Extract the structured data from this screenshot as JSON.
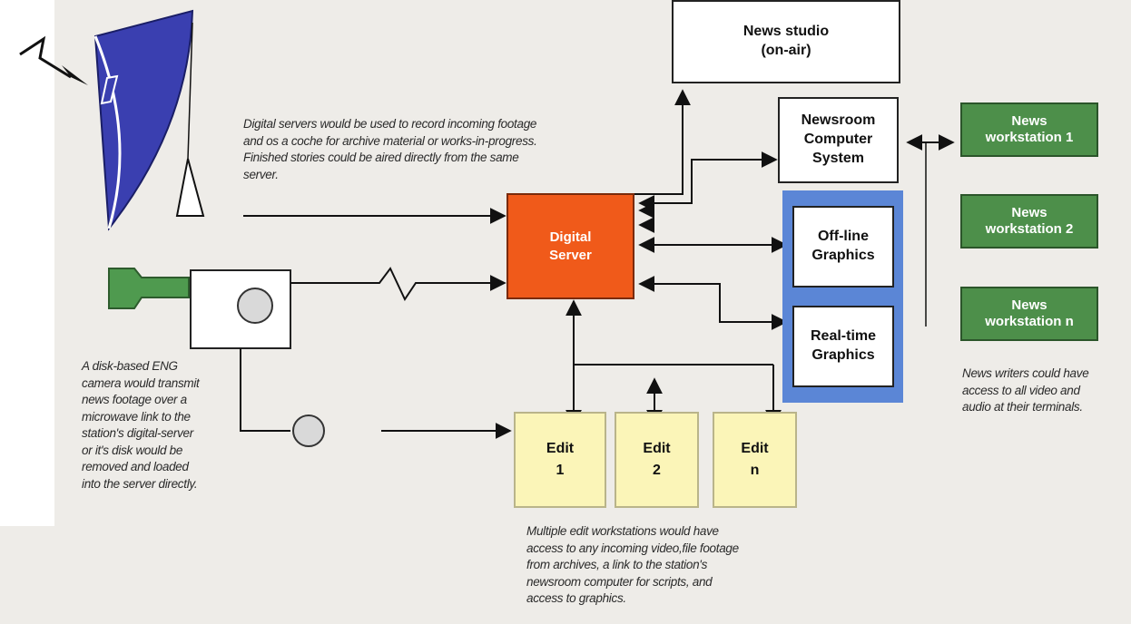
{
  "nodes": {
    "news_studio": "News studio\n(on-air)",
    "newsroom_computer": "Newsroom\nComputer\nSystem",
    "digital_server": "Digital\nServer",
    "offline_graphics": "Off-line\nGraphics",
    "realtime_graphics": "Real-time\nGraphics",
    "workstation_1": "News\nworkstation 1",
    "workstation_2": "News\nworkstation 2",
    "workstation_n": "News\nworkstation n",
    "edit_1": "Edit\n1",
    "edit_2": "Edit\n2",
    "edit_n": "Edit\nn"
  },
  "captions": {
    "digital_servers": "Digital servers would be used to record incoming footage\nand os a coche for archive material or works-in-progress.\nFinished stories could be aired directly from the same\nserver.",
    "eng_camera": "A disk-based ENG\ncamera would transmit\nnews footage over a\nmicrowave link to the\nstation's digital-server\nor it's disk would be\nremoved and loaded\ninto the server directly.",
    "edit_workstations": "Multiple edit workstations would have\naccess to any incoming video,file footage\nfrom archives, a link to the station's\nnewsroom computer for scripts, and\naccess to graphics.",
    "news_writers": "News writers could have\naccess to all video and\naudio at their terminals."
  },
  "colors": {
    "digital_server": "#f05a1a",
    "workstations": "#4d8f4a",
    "edit_boxes": "#fbf5b8",
    "graphics_panel": "#5b86d6",
    "satellite_dish": "#3a3fb0",
    "camera": "#4f9a4f"
  },
  "icons": {
    "dish": "satellite-dish-icon",
    "signal": "lightning-signal-icon",
    "camera": "eng-camera-icon",
    "disk": "disk-icon"
  }
}
